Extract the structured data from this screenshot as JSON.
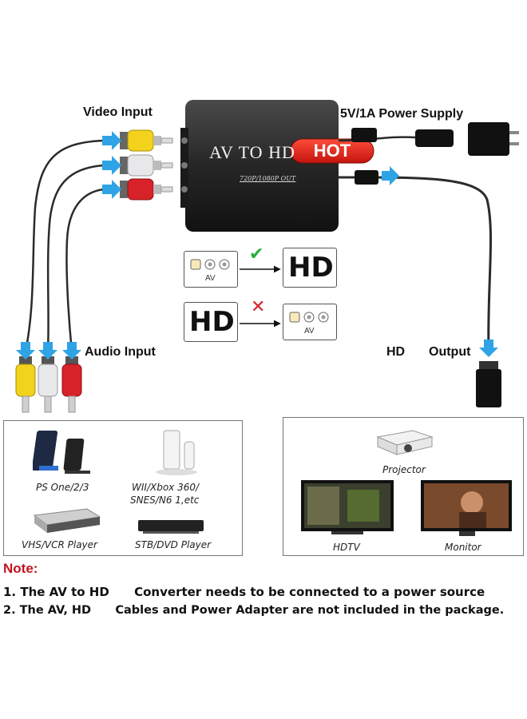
{
  "labels": {
    "video_input": "Video Input",
    "power_supply": "5V/1A Power Supply",
    "audio_input": "Audio Input",
    "hd": "HD",
    "output": "Output"
  },
  "converter": {
    "title": "AV TO HD",
    "badge": "HOT",
    "sublabel": "720P/1080P OUT"
  },
  "compat": {
    "row1_from": "AV",
    "row1_to": "HD",
    "row2_from": "HD",
    "row2_to": "AV",
    "check_glyph": "✔",
    "cross_glyph": "✕"
  },
  "sources": [
    {
      "caption": "PS One/2/3"
    },
    {
      "caption": "WII/Xbox 360/"
    },
    {
      "caption": "SNES/N6 1,etc"
    },
    {
      "caption": "VHS/VCR Player"
    },
    {
      "caption": "STB/DVD Player"
    }
  ],
  "displays": [
    {
      "caption": "Projector"
    },
    {
      "caption": "HDTV"
    },
    {
      "caption": "Monitor"
    }
  ],
  "note": {
    "title": "Note:",
    "line1": "1. The AV to HD      Converter needs to be connected to a power source",
    "line2": "2. The AV, HD      Cables and Power Adapter are not included in the package."
  },
  "colors": {
    "yellow": "#f2d21b",
    "white": "#e8e8ea",
    "red": "#d8222a",
    "arrow": "#2ea3e6",
    "check": "#27ae3b",
    "cross": "#d8222a",
    "note": "#c1121f"
  }
}
